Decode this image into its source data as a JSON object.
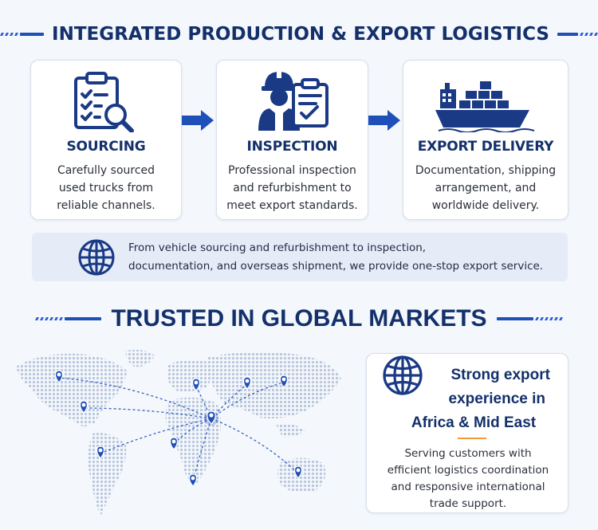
{
  "process": {
    "title": "INTEGRATED PRODUCTION & EXPORT LOGISTICS",
    "steps": [
      {
        "title": "SOURCING",
        "lines": [
          "Carefully sourced",
          "used trucks from",
          "reliable channels."
        ],
        "icon": "clipboard-magnifier-icon"
      },
      {
        "title": "INSPECTION",
        "lines": [
          "Professional inspection",
          "and refurbishment to",
          "meet export standards."
        ],
        "icon": "inspector-clipboard-icon"
      },
      {
        "title": "EXPORT DELIVERY",
        "lines": [
          "Documentation, shipping",
          "arrangement, and",
          "worldwide delivery."
        ],
        "icon": "cargo-ship-icon"
      }
    ]
  },
  "banner": {
    "lines": [
      "From vehicle sourcing and refurbishment to inspection,",
      "documentation, and overseas shipment, we provide one-stop export service."
    ],
    "icon": "globe-icon"
  },
  "markets": {
    "title": "TRUSTED IN GLOBAL MARKETS",
    "map_icon": "world-map-routes-icon",
    "card": {
      "title_lines": [
        "Strong export",
        "experience in",
        "Africa & Mid East"
      ],
      "desc_lines": [
        "Serving customers with",
        "efficient logistics coordination",
        "and responsive international",
        "trade support."
      ],
      "icon": "globe-icon"
    }
  },
  "colors": {
    "primary": "#13306b",
    "accent_blue": "#1f4fb8",
    "accent_orange": "#f29a38",
    "background": "#f4f7fb"
  }
}
